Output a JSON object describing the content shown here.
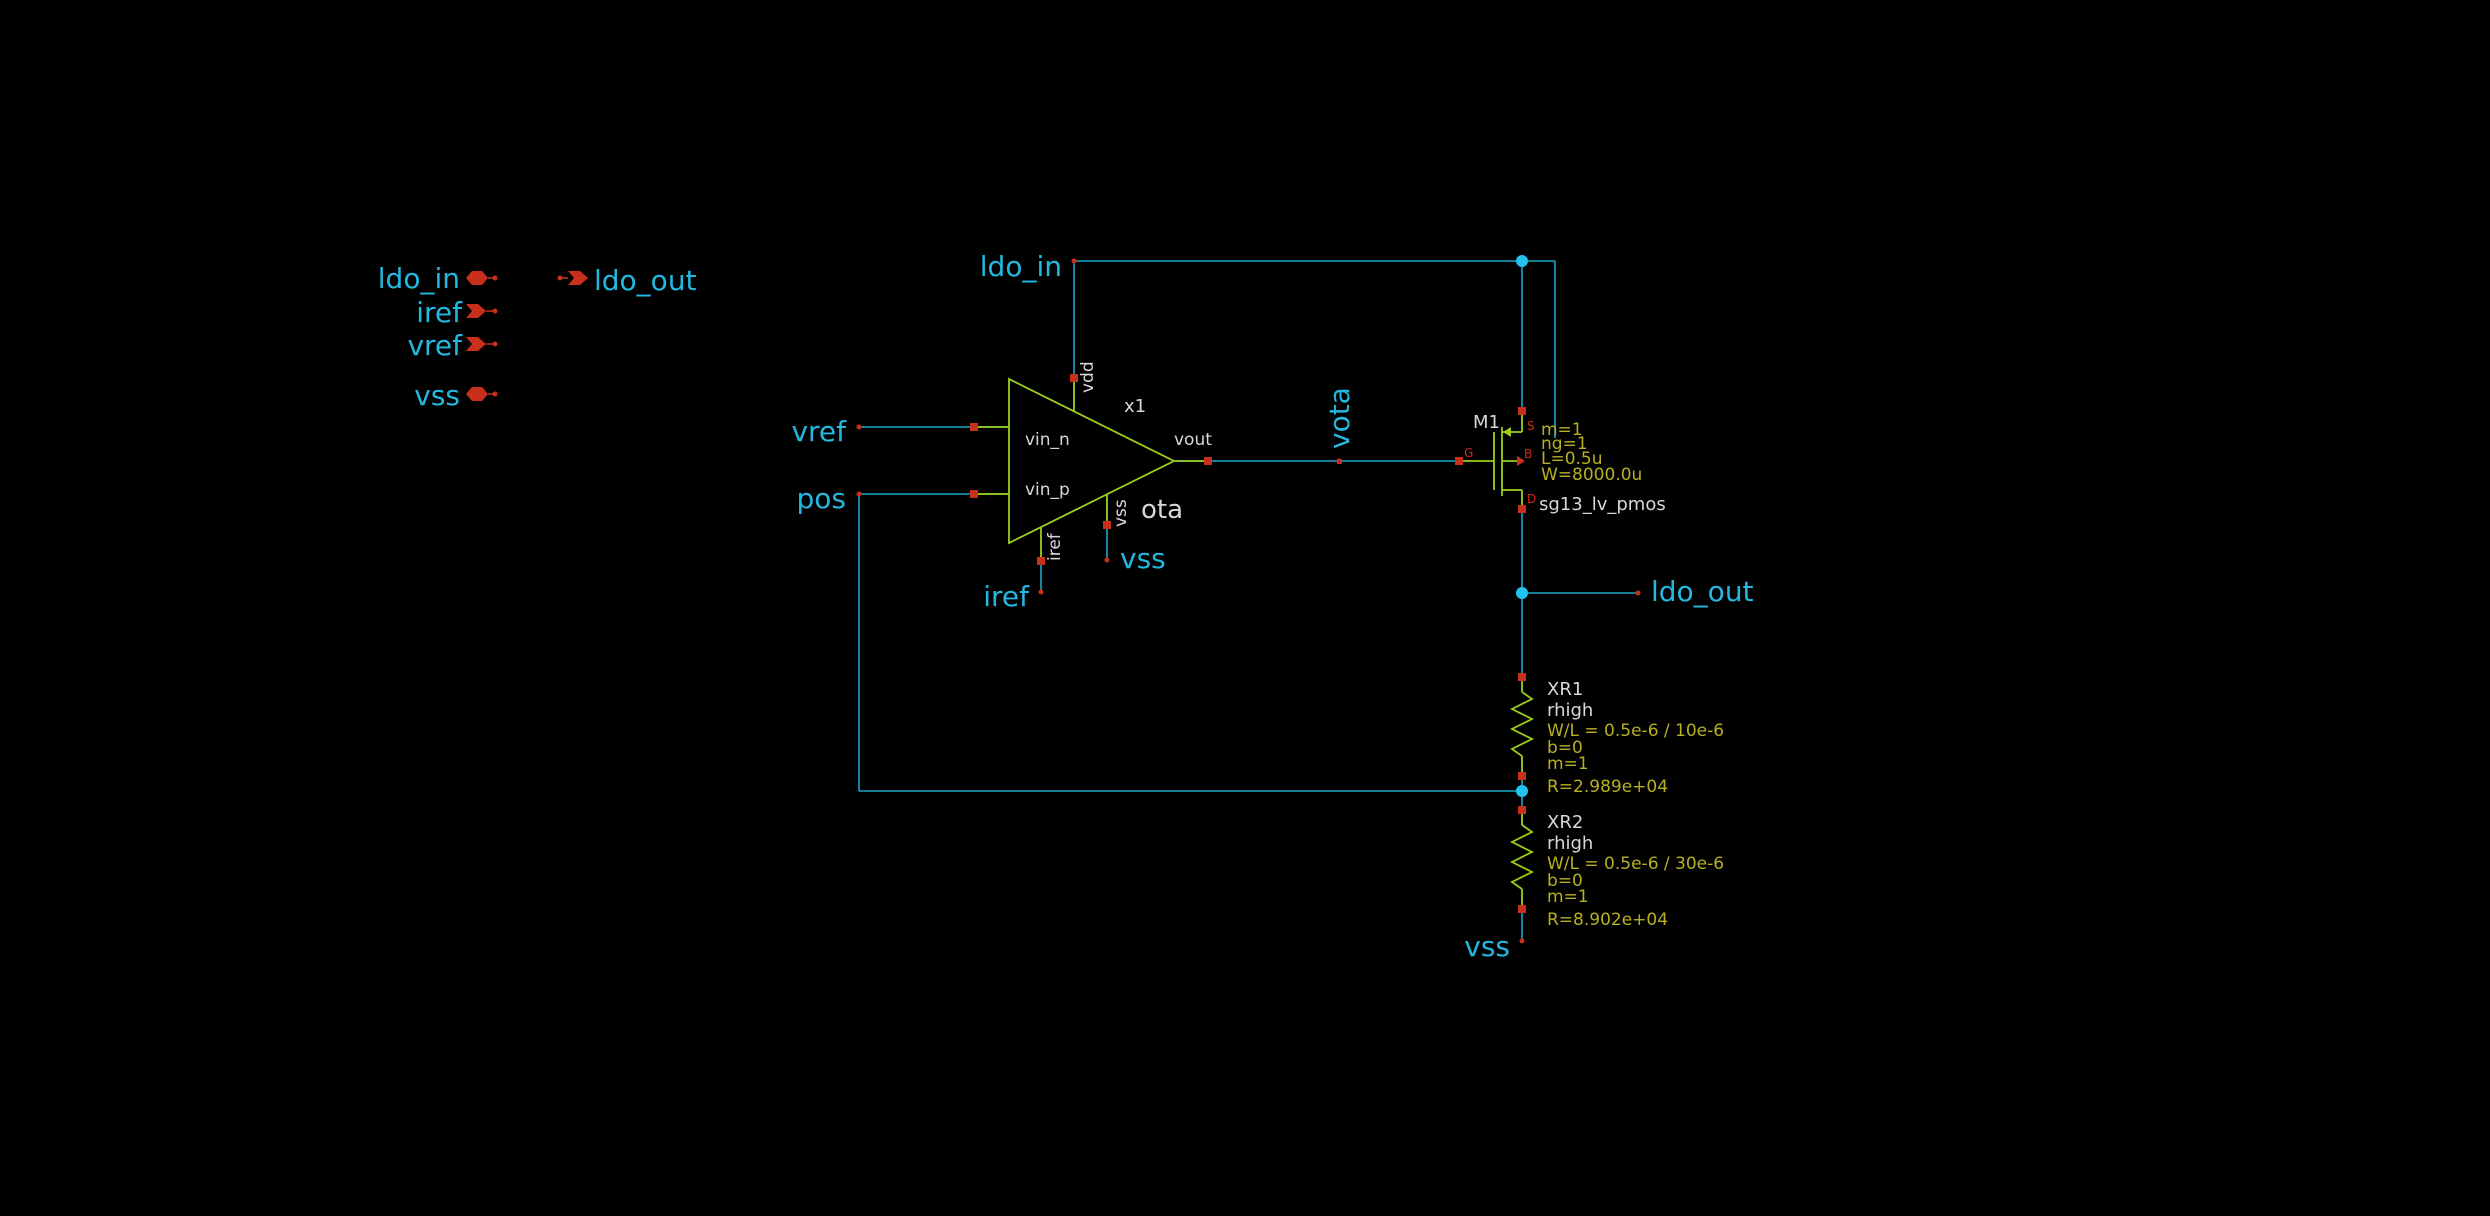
{
  "colors": {
    "background": "#000000",
    "wire": "#1aa8c8",
    "net_label": "#22b8e0",
    "symbol": "#9ccf1c",
    "pin": "#c8301c",
    "instance_text": "#d8d8d8",
    "parameter_text": "#b8b020"
  },
  "io_pins": {
    "ldo_in": "ldo_in",
    "iref": "iref",
    "vref": "vref",
    "vss": "vss",
    "ldo_out": "ldo_out"
  },
  "nets": {
    "ldo_in": "ldo_in",
    "vref": "vref",
    "pos": "pos",
    "iref": "iref",
    "vss_ota": "vss",
    "vota": "vota",
    "ldo_out": "ldo_out",
    "vss_bottom": "vss"
  },
  "ota": {
    "instance": "x1",
    "cell": "ota",
    "pins": {
      "vin_n": "vin_n",
      "vin_p": "vin_p",
      "vout": "vout",
      "vdd": "vdd",
      "vss": "vss",
      "iref": "iref"
    }
  },
  "m1": {
    "instance": "M1",
    "model": "sg13_lv_pmos",
    "pins": {
      "s": "S",
      "g": "G",
      "b": "B",
      "d": "D"
    },
    "params": {
      "m": "m=1",
      "ng": "ng=1",
      "l": "L=0.5u",
      "w": "W=8000.0u"
    }
  },
  "xr1": {
    "instance": "XR1",
    "cell": "rhigh",
    "wl": "W/L = 0.5e-6 / 10e-6",
    "b": "b=0",
    "m": "m=1",
    "r": "R=2.989e+04"
  },
  "xr2": {
    "instance": "XR2",
    "cell": "rhigh",
    "wl": "W/L = 0.5e-6 / 30e-6",
    "b": "b=0",
    "m": "m=1",
    "r": "R=8.902e+04"
  }
}
